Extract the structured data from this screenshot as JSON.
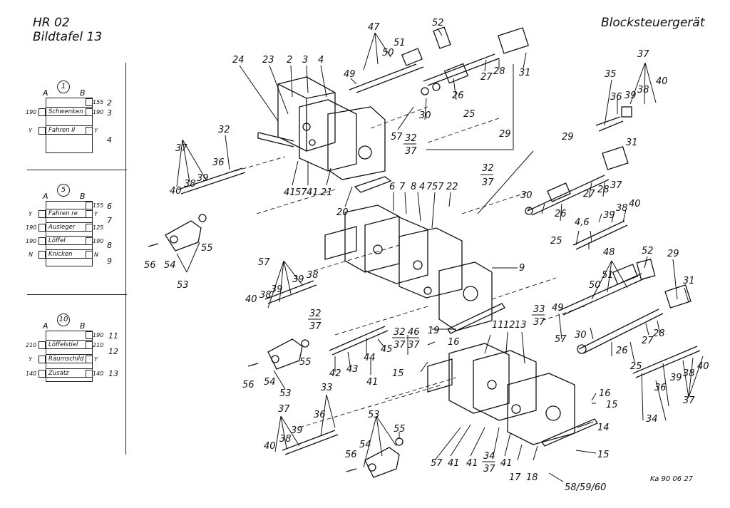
{
  "header": {
    "model": "HR 02",
    "plate": "Bildtafel 13",
    "title": "Blocksteuergerät",
    "drawing_ref": "Ka 90 06 27"
  },
  "schematic_groups": [
    {
      "number": "1",
      "label_a": "A",
      "label_b": "B",
      "rows": [
        {
          "left": "",
          "name": "",
          "right": "155",
          "ref": "2"
        },
        {
          "left": "190",
          "name": "Schwenken",
          "right": "190",
          "ref": "3"
        },
        {
          "left": "Y",
          "name": "Fahren II",
          "right": "Y",
          "ref": ""
        },
        {
          "left": "",
          "name": "",
          "right": "",
          "ref": "4"
        }
      ]
    },
    {
      "number": "5",
      "label_a": "A",
      "label_b": "B",
      "rows": [
        {
          "left": "",
          "name": "",
          "right": "155",
          "ref": "6"
        },
        {
          "left": "Y",
          "name": "Fahren re",
          "right": "Y",
          "ref": ""
        },
        {
          "left": "190",
          "name": "Ausleger",
          "right": "125",
          "ref": "7"
        },
        {
          "left": "190",
          "name": "Löffel",
          "right": "190",
          "ref": "8"
        },
        {
          "left": "N",
          "name": "Knicken",
          "right": "N",
          "ref": "9"
        }
      ]
    },
    {
      "number": "10",
      "label_a": "A",
      "label_b": "B",
      "rows": [
        {
          "left": "",
          "name": "",
          "right": "190",
          "ref": "11"
        },
        {
          "left": "210",
          "name": "Löffelstiel",
          "right": "210",
          "ref": ""
        },
        {
          "left": "Y",
          "name": "Räumschild",
          "right": "Y",
          "ref": "12"
        },
        {
          "left": "140",
          "name": "Zusatz",
          "right": "140",
          "ref": "13"
        }
      ]
    }
  ],
  "callouts": [
    "24",
    "23",
    "2",
    "3",
    "4",
    "47",
    "52",
    "49",
    "50",
    "51",
    "30",
    "26",
    "27",
    "28",
    "31",
    "25",
    "29",
    "32",
    "37",
    "57",
    "35",
    "36",
    "39",
    "38",
    "40",
    "41",
    "21",
    "20",
    "22",
    "6",
    "7",
    "8",
    "9",
    "46",
    "33",
    "34",
    "19",
    "11",
    "12",
    "13",
    "16",
    "15",
    "14",
    "17",
    "18",
    "58/59/60",
    "42",
    "43",
    "44",
    "45",
    "48",
    "53",
    "54",
    "55",
    "56"
  ]
}
